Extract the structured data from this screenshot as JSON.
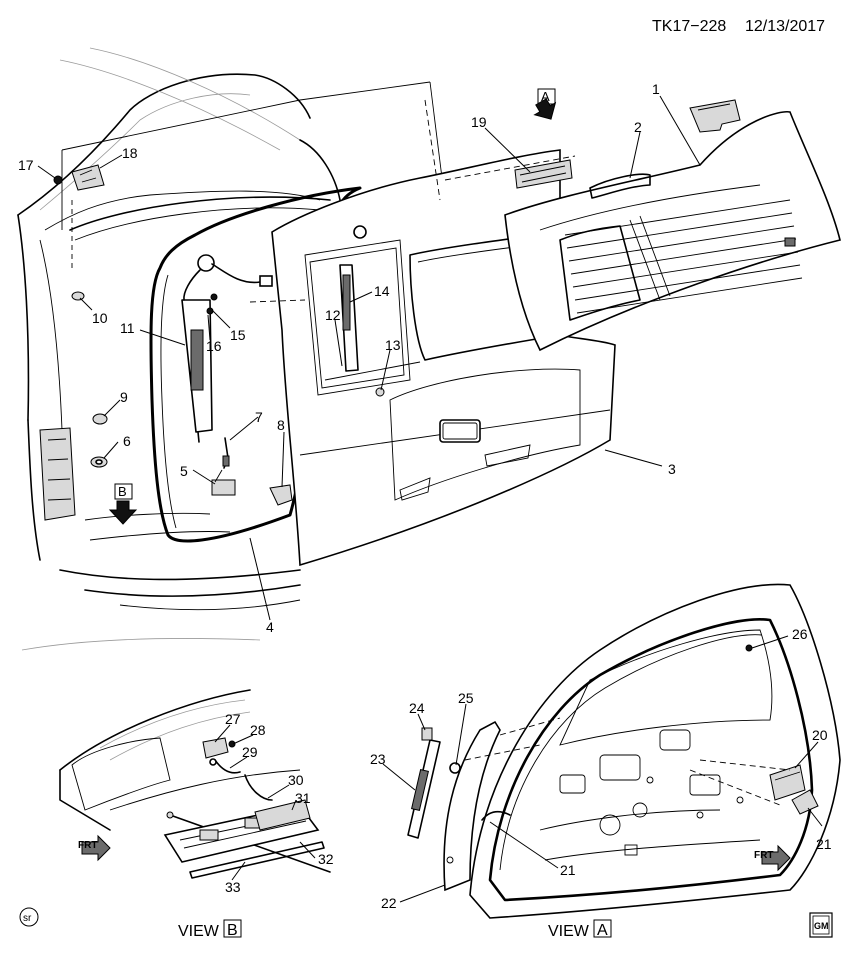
{
  "header": {
    "ref_code": "TK17−228",
    "date": "12/13/2017"
  },
  "callouts": {
    "c1": "1",
    "c2": "2",
    "c3": "3",
    "c4": "4",
    "c5": "5",
    "c6": "6",
    "c7": "7",
    "c8": "8",
    "c9": "9",
    "c10": "10",
    "c11": "11",
    "c12": "12",
    "c13": "13",
    "c14": "14",
    "c15": "15",
    "c16": "16",
    "c17": "17",
    "c18": "18",
    "c19": "19",
    "c20": "20",
    "c21a": "21",
    "c21b": "21",
    "c22": "22",
    "c23": "23",
    "c24": "24",
    "c25": "25",
    "c26": "26",
    "c27": "27",
    "c28": "28",
    "c29": "29",
    "c30": "30",
    "c31": "31",
    "c32": "32",
    "c33": "33"
  },
  "view_markers": {
    "a": "A",
    "b": "B"
  },
  "views": {
    "b": {
      "word": "VIEW",
      "letter": "B"
    },
    "a": {
      "word": "VIEW",
      "letter": "A"
    }
  },
  "direction": {
    "frt_b": "FRT",
    "frt_a": "FRT"
  },
  "logos": {
    "sr": "sr",
    "gm": "GM"
  },
  "icons": {
    "arrow": "down-arrow-icon",
    "frt": "front-arrow-icon",
    "gm": "gm-logo-icon",
    "sr": "sr-logo-icon"
  }
}
